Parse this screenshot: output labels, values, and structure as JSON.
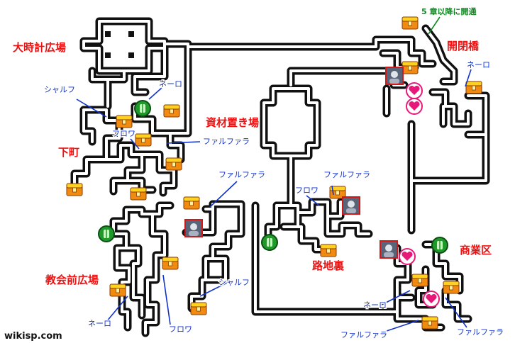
{
  "areas": {
    "clock_square": "大時計広場",
    "lower_town": "下町",
    "materials_yard": "資材置き場",
    "opening_bridge": "開閉橋",
    "church_square": "教会前広場",
    "back_alley": "路地裏",
    "commercial_district": "商業区"
  },
  "npc": {
    "nero": "ネーロ",
    "sharf": "シャルフ",
    "flowa": "フロワ",
    "falfara": "ファルファラ"
  },
  "notes": {
    "chapter5_open": "5 章以降に開通"
  },
  "credit": "wikisp.com",
  "icon_names": {
    "chest": "treasure-chest-icon",
    "heart": "heart-point-icon",
    "save": "save-point-icon",
    "portrait": "character-portrait-icon"
  },
  "colors": {
    "area_label": "#ee1111",
    "npc_label": "#1133cc",
    "note_label": "#118822",
    "chest_body": "#f08a10",
    "chest_lid": "#ffd21f",
    "heart": "#e8187a",
    "save_point": "#1f9a2a",
    "wall": "#111111"
  }
}
